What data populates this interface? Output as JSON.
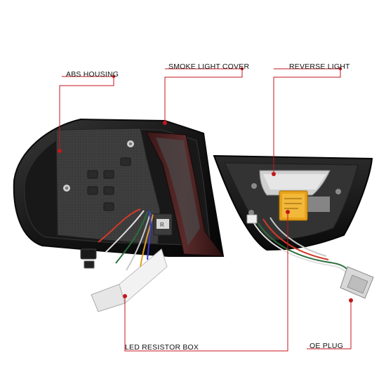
{
  "callouts": {
    "abs_housing": "ABS HOUSING",
    "smoke_light_cover": "SMOKE LIGHT COVER",
    "reverse_light": "REVERSE LIGHT",
    "led_resistor_box": "LED RESISTOR BOX",
    "oe_plug": "OE PLUG"
  },
  "colors": {
    "leader_line": "#c4161c",
    "lamp_body": "#1a1a1a",
    "resistor": "#e8a21a",
    "background": "#ffffff"
  }
}
